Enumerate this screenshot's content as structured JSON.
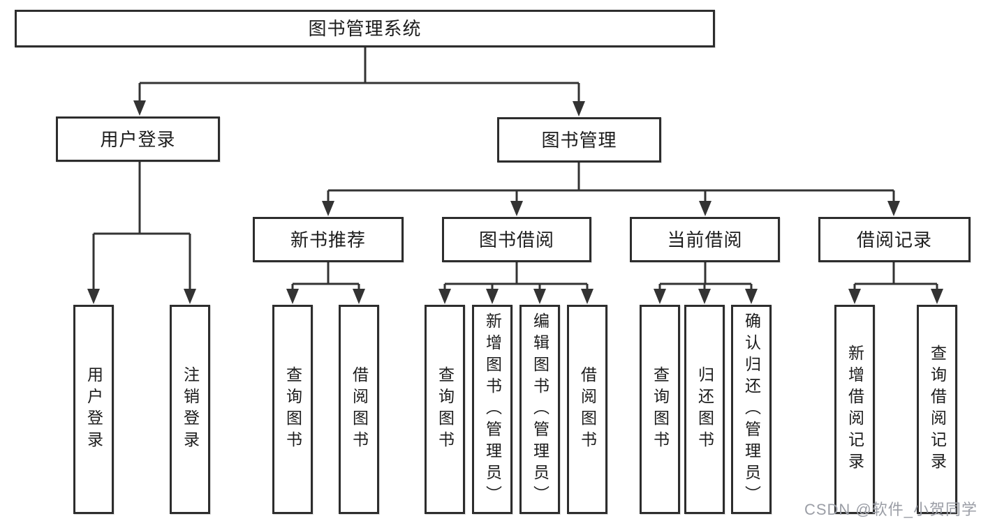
{
  "tree": {
    "root": {
      "label": "图书管理系统",
      "children": [
        {
          "label": "用户登录",
          "children": [
            {
              "label": "用户登录"
            },
            {
              "label": "注销登录"
            }
          ]
        },
        {
          "label": "图书管理",
          "children": [
            {
              "label": "新书推荐",
              "children": [
                {
                  "label": "查询图书"
                },
                {
                  "label": "借阅图书"
                }
              ]
            },
            {
              "label": "图书借阅",
              "children": [
                {
                  "label": "查询图书"
                },
                {
                  "label": "新增图书（管理员）"
                },
                {
                  "label": "编辑图书（管理员）"
                },
                {
                  "label": "借阅图书"
                }
              ]
            },
            {
              "label": "当前借阅",
              "children": [
                {
                  "label": "查询图书"
                },
                {
                  "label": "归还图书"
                },
                {
                  "label": "确认归还（管理员）"
                }
              ]
            },
            {
              "label": "借阅记录",
              "children": [
                {
                  "label": "新增借阅记录"
                },
                {
                  "label": "查询借阅记录"
                }
              ]
            }
          ]
        }
      ]
    }
  },
  "watermark": {
    "text": "CSDN @软件_小贺同学"
  },
  "colors": {
    "line": "#333333",
    "border": "#2d2d2d",
    "text": "#1c1c1c",
    "watermark": "#9b9ea6",
    "bg": "#ffffff"
  }
}
